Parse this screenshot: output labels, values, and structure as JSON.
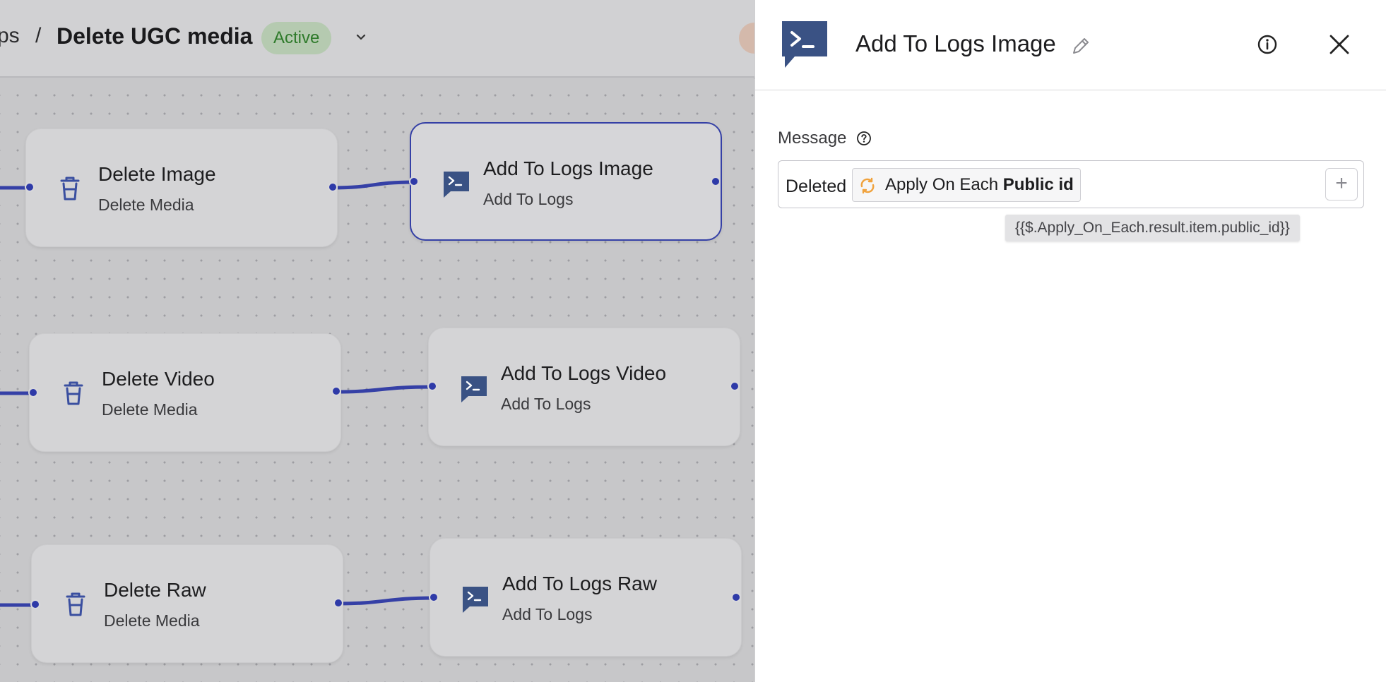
{
  "header": {
    "breadcrumb_prev": "ps",
    "breadcrumb_sep": "/",
    "workflow_title": "Delete UGC media",
    "status": "Active"
  },
  "nodes": [
    {
      "title": "Delete Image",
      "subtitle": "Delete Media",
      "icon": "trash-icon"
    },
    {
      "title": "Add To Logs Image",
      "subtitle": "Add To Logs",
      "icon": "terminal-icon",
      "selected": true
    },
    {
      "title": "Delete Video",
      "subtitle": "Delete Media",
      "icon": "trash-icon"
    },
    {
      "title": "Add To Logs Video",
      "subtitle": "Add To Logs",
      "icon": "terminal-icon"
    },
    {
      "title": "Delete Raw",
      "subtitle": "Delete Media",
      "icon": "trash-icon"
    },
    {
      "title": "Add To Logs Raw",
      "subtitle": "Add To Logs",
      "icon": "terminal-icon"
    }
  ],
  "panel": {
    "title": "Add To Logs Image",
    "message_label": "Message",
    "message_prefix": "Deleted",
    "token_source": "Apply On Each",
    "token_field": "Public id",
    "add_button": "+",
    "tooltip": "{{$.Apply_On_Each.result.item.public_id}}"
  },
  "colors": {
    "accent": "#2e3aa8",
    "edge": "#3540a6",
    "status_text": "#2e7a2a",
    "status_bg": "#b5cab0",
    "node_icon": "#3a5284",
    "loop_icon": "#f0a23c"
  }
}
